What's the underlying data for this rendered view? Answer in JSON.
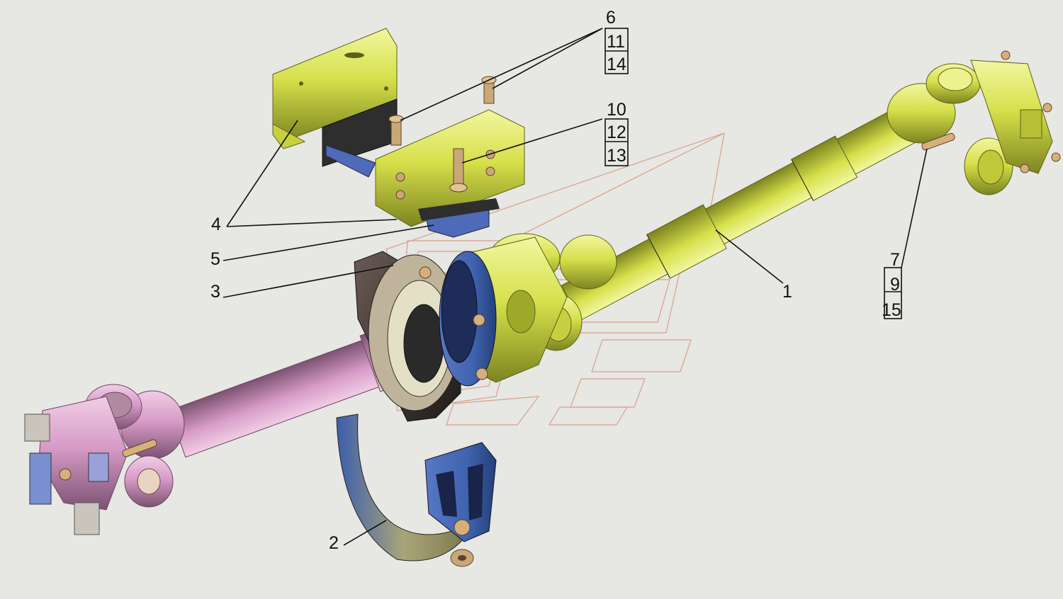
{
  "callouts": {
    "c1": "1",
    "c2": "2",
    "c3": "3",
    "c4": "4",
    "c5": "5",
    "c6": "6",
    "c7": "7",
    "c9": "9",
    "c10": "10",
    "c11": "11",
    "c12": "12",
    "c13": "13",
    "c14": "14",
    "c15": "15"
  },
  "colors": {
    "background": "#e7e7e3",
    "yellow_part": "#d8e24a",
    "pink_part": "#d79bc7",
    "blue_part": "#3f63b0",
    "dark_part": "#2e2e2e",
    "leader": "#111111",
    "ghost_outline": "#d9a08c"
  }
}
